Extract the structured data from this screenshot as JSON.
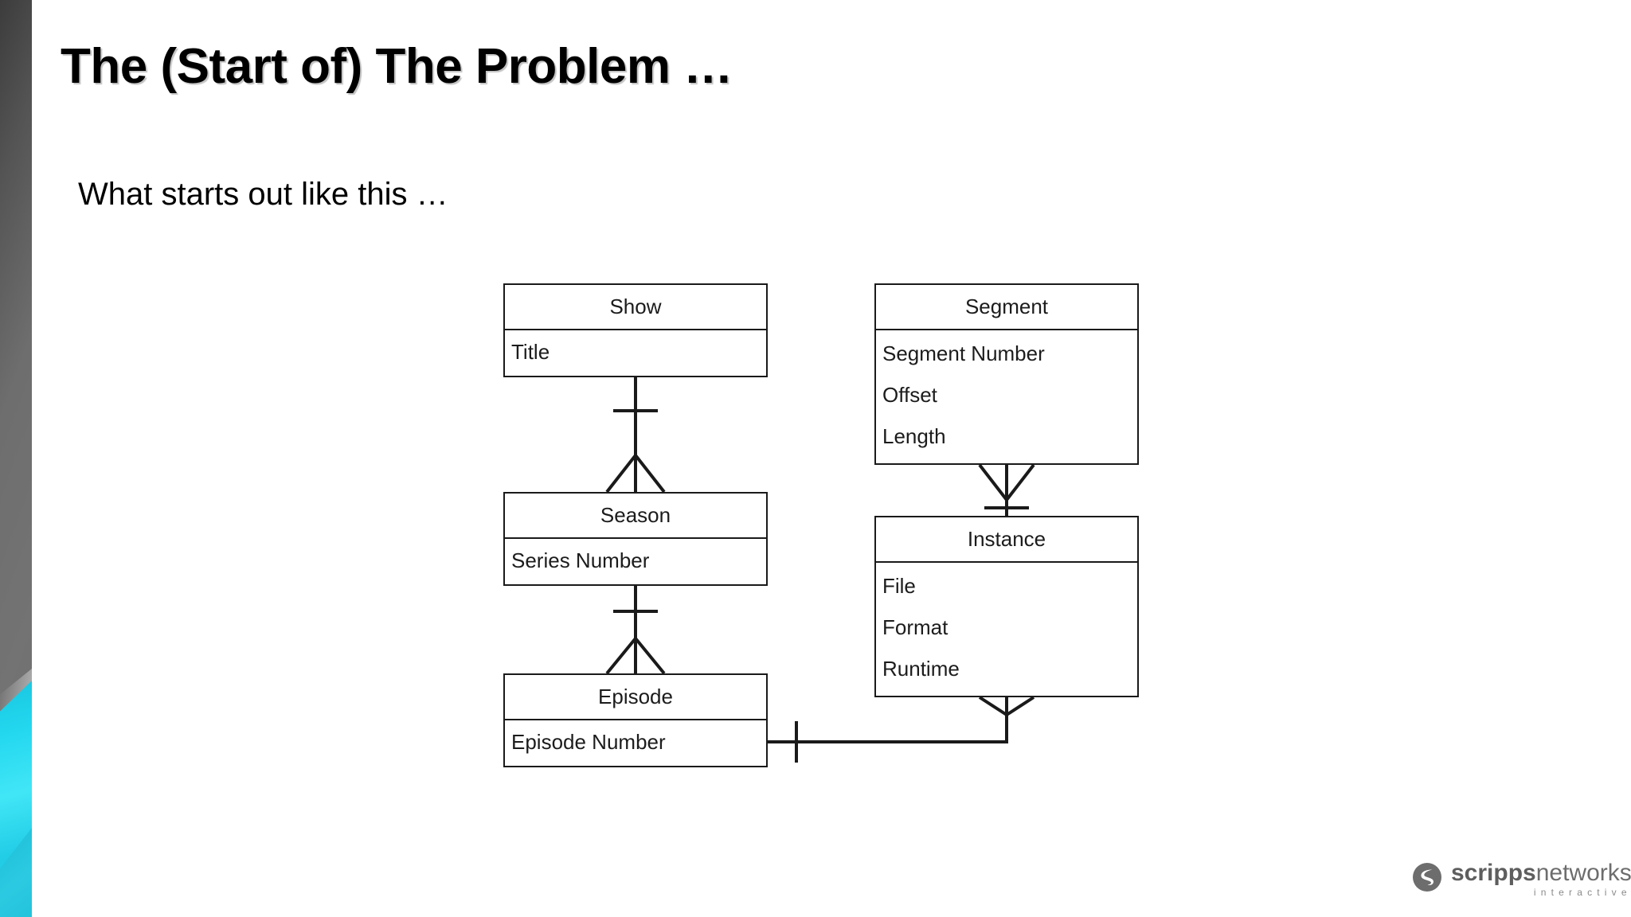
{
  "slide": {
    "title": "The (Start of) The Problem …",
    "subtitle": "What starts out like this …",
    "background_color": "#ffffff"
  },
  "decor": {
    "left_strip": {
      "gray_color": "#6e6e6e",
      "accent_color": "#29d2e8"
    }
  },
  "diagram": {
    "type": "entity-relationship",
    "notation": "crow's foot",
    "entities": [
      {
        "id": "show",
        "name": "Show",
        "attributes": [
          "Title"
        ]
      },
      {
        "id": "season",
        "name": "Season",
        "attributes": [
          "Series Number"
        ]
      },
      {
        "id": "episode",
        "name": "Episode",
        "attributes": [
          "Episode Number"
        ]
      },
      {
        "id": "segment",
        "name": "Segment",
        "attributes": [
          "Segment Number",
          "Offset",
          "Length"
        ]
      },
      {
        "id": "instance",
        "name": "Instance",
        "attributes": [
          "File",
          "Format",
          "Runtime"
        ]
      }
    ],
    "relationships": [
      {
        "from": "show",
        "to": "season",
        "from_cardinality": "one",
        "to_cardinality": "many"
      },
      {
        "from": "season",
        "to": "episode",
        "from_cardinality": "one",
        "to_cardinality": "many"
      },
      {
        "from": "segment",
        "to": "instance",
        "from_cardinality": "many",
        "to_cardinality": "one"
      },
      {
        "from": "episode",
        "to": "instance",
        "from_cardinality": "one",
        "to_cardinality": "many"
      }
    ]
  },
  "logo": {
    "brand_bold": "scripps",
    "brand_light": "networks",
    "tagline": "interactive",
    "color": "#6d6d6d"
  }
}
